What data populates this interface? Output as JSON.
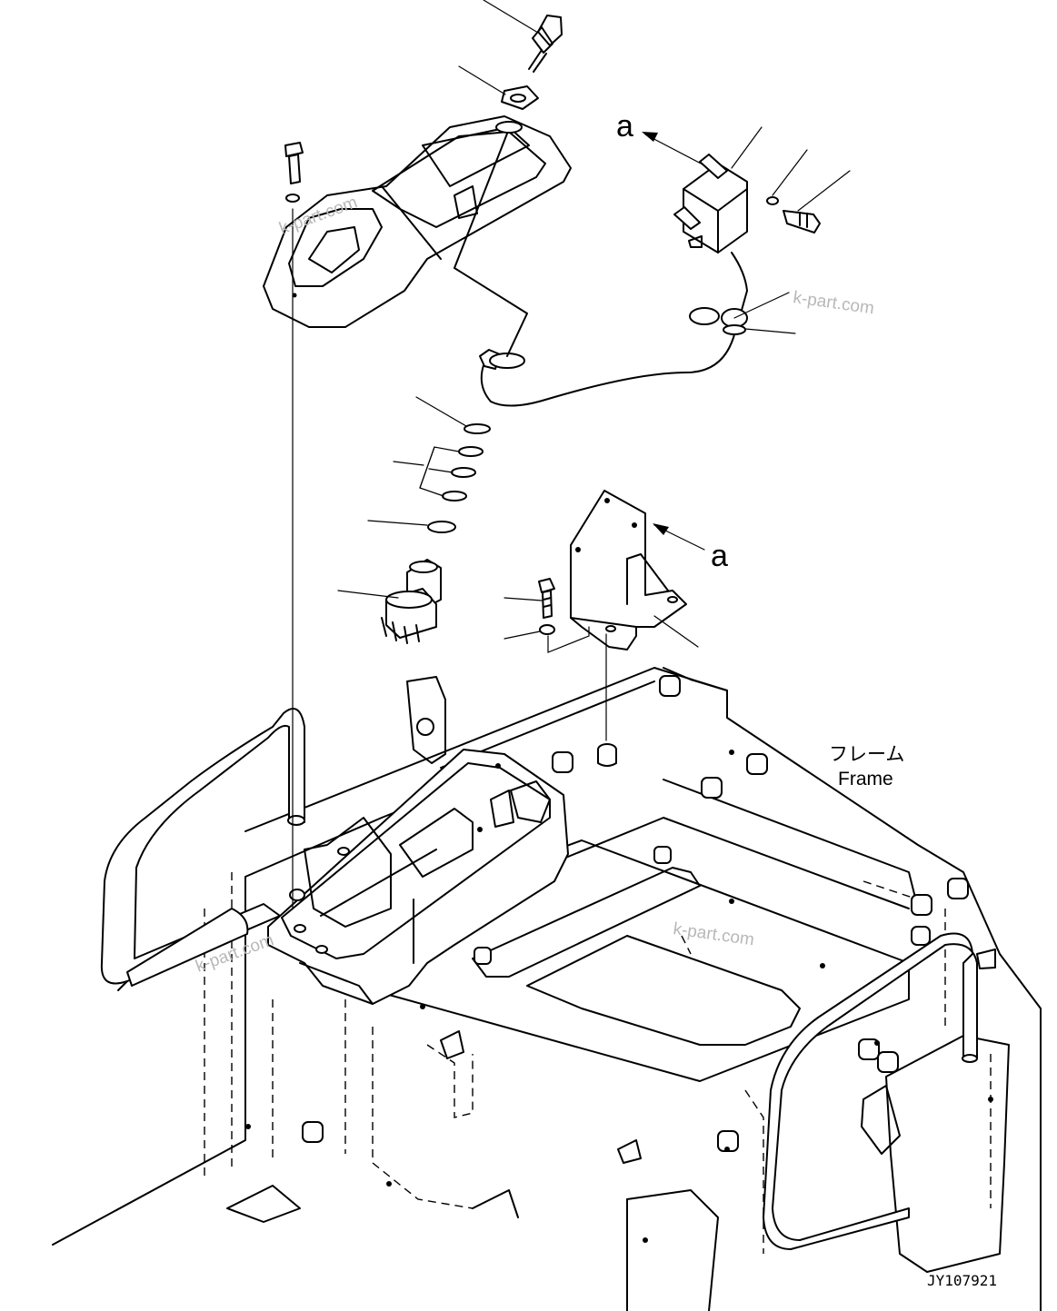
{
  "labels": {
    "view_ref_top": "a",
    "view_ref_bracket": "a",
    "frame_jp": "フレーム",
    "frame_en": "Frame",
    "drawing_id": "JY107921"
  },
  "watermarks": [
    "k-part.com",
    "k-part.com",
    "k-part.com",
    "k-part.com"
  ]
}
